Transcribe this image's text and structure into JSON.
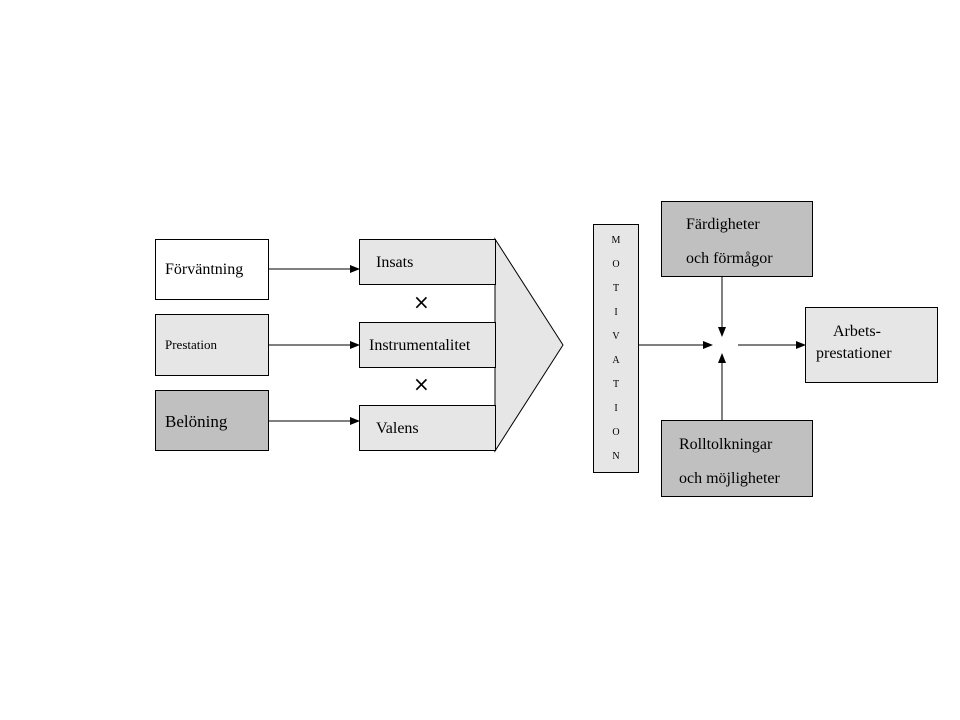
{
  "inputs": {
    "forvantning": "Förväntning",
    "prestation": "Prestation",
    "beloning": "Belöning"
  },
  "factors": {
    "insats": "Insats",
    "instrumentalitet": "Instrumentalitet",
    "valens": "Valens",
    "multiply_symbol": "×"
  },
  "motivation": {
    "letters": [
      "M",
      "O",
      "T",
      "I",
      "V",
      "A",
      "T",
      "I",
      "O",
      "N"
    ]
  },
  "abilities": {
    "line1": "Färdigheter",
    "line2": "och förmågor"
  },
  "roles": {
    "line1": "Rolltolkningar",
    "line2": "och möjligheter"
  },
  "outcome": {
    "line1": "Arbets-",
    "line2": "prestationer"
  },
  "colors": {
    "white": "#ffffff",
    "light_gray": "#e6e6e6",
    "mid_gray": "#c0c0c0",
    "line": "#000000"
  }
}
